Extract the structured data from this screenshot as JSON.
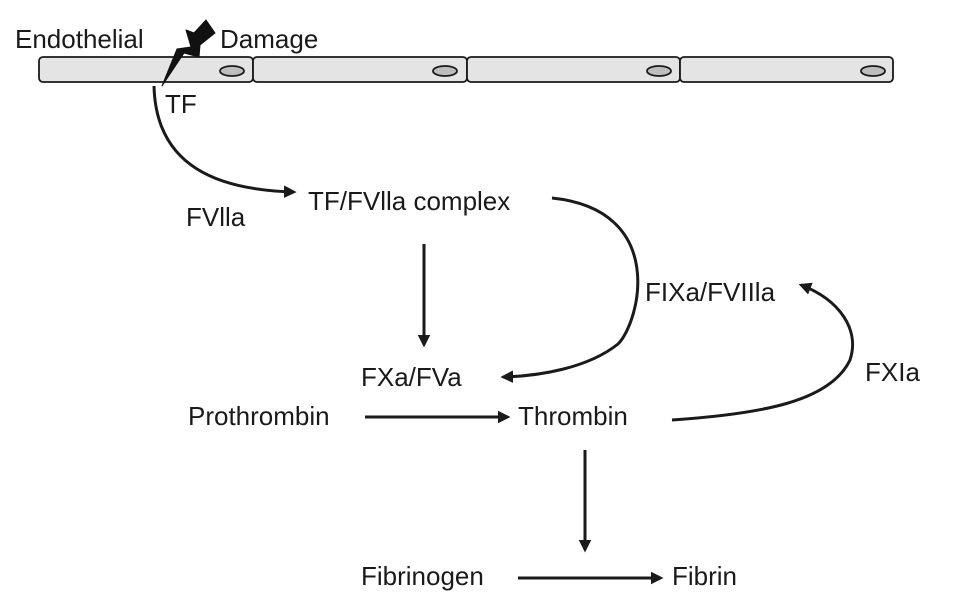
{
  "labels": {
    "endothelial": "Endothelial",
    "damage": "Damage",
    "tf": "TF",
    "fvlla": "FVlla",
    "tf_complex": "TF/FVlla complex",
    "fixa_fvllla": "FIXa/FVIIla",
    "fxa_fva": "FXa/FVa",
    "fxla": "FXIa",
    "prothrombin": "Prothrombin",
    "thrombin": "Thrombin",
    "fibrinogen": "Fibrinogen",
    "fibrin": "Fibrin"
  },
  "icons": {
    "injury": "lightning-bolt-icon"
  }
}
